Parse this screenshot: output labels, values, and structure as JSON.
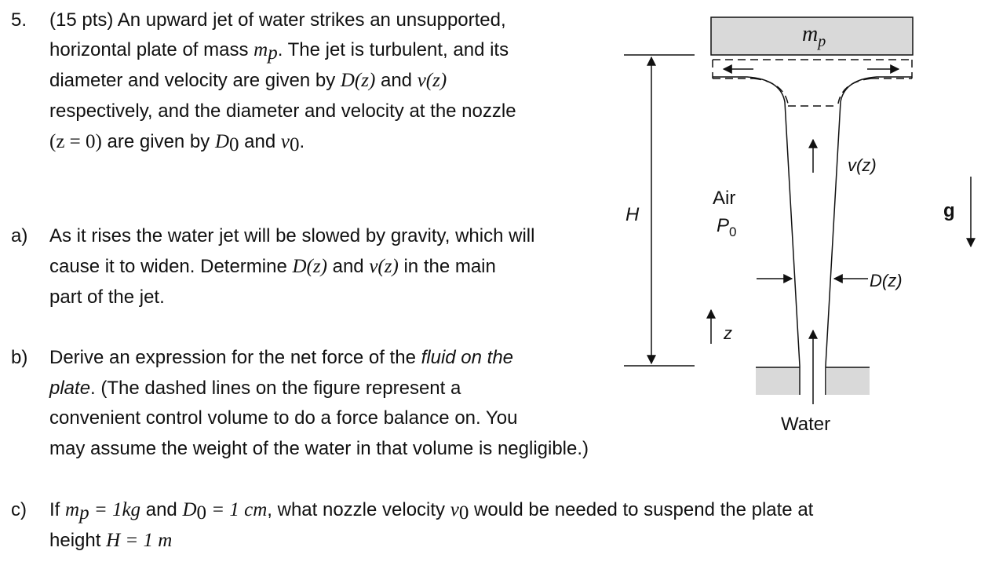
{
  "problem": {
    "number": "5.",
    "points": "(15 pts)",
    "intro_line1": "An upward jet of water strikes an unsupported,",
    "intro_line2a": "horizontal plate of mass ",
    "intro_line2b": ". The jet is turbulent, and its",
    "intro_line3a": "diameter and velocity are given by ",
    "intro_line3b": " and ",
    "intro_line4": "respectively, and the diameter and velocity at the nozzle",
    "intro_line5a": " are given by ",
    "intro_line5b": " and ",
    "intro_line5c": "."
  },
  "math": {
    "m": "m",
    "p": "p",
    "Dz": "D(z)",
    "vz": "v(z)",
    "z0": "(z = 0)",
    "D": "D",
    "v": "v",
    "zero": "0",
    "mp_eq": " = 1kg",
    "D0_eq": " = 1 cm",
    "H_eq": "H = 1 m"
  },
  "parts": {
    "a_label": "a)",
    "a_line1": "As it rises the water jet will be slowed by gravity, which will",
    "a_line2a": "cause it to widen. Determine ",
    "a_line2b": " and ",
    "a_line2c": " in the main",
    "a_line3": "part of the jet.",
    "b_label": "b)",
    "b_line1a": "Derive an expression for the net force of the ",
    "b_line1b": "fluid on the",
    "b_line2a": "plate",
    "b_line2b": ". (The dashed lines on the figure represent a",
    "b_line3": "convenient control volume to do a force balance on. You",
    "b_line4": "may assume the weight of the water in that volume is negligible.)",
    "c_label": "c)",
    "c_line1a": "If ",
    "c_line1b": " and ",
    "c_line1c": ", what nozzle velocity ",
    "c_line1d": " would be needed to suspend the plate at",
    "c_line2a": "height "
  },
  "figure": {
    "plate_label": "m",
    "plate_sub": "p",
    "height_label": "H",
    "air_label": "Air",
    "pressure_label": "P",
    "pressure_sub": "0",
    "velocity_label": "v(z)",
    "diameter_label": "D(z)",
    "z_label": "z",
    "water_label": "Water",
    "gravity_label": "g",
    "colors": {
      "plate_fill": "#d9d9d9",
      "ground_fill": "#d9d9d9",
      "ink": "#111111"
    }
  }
}
